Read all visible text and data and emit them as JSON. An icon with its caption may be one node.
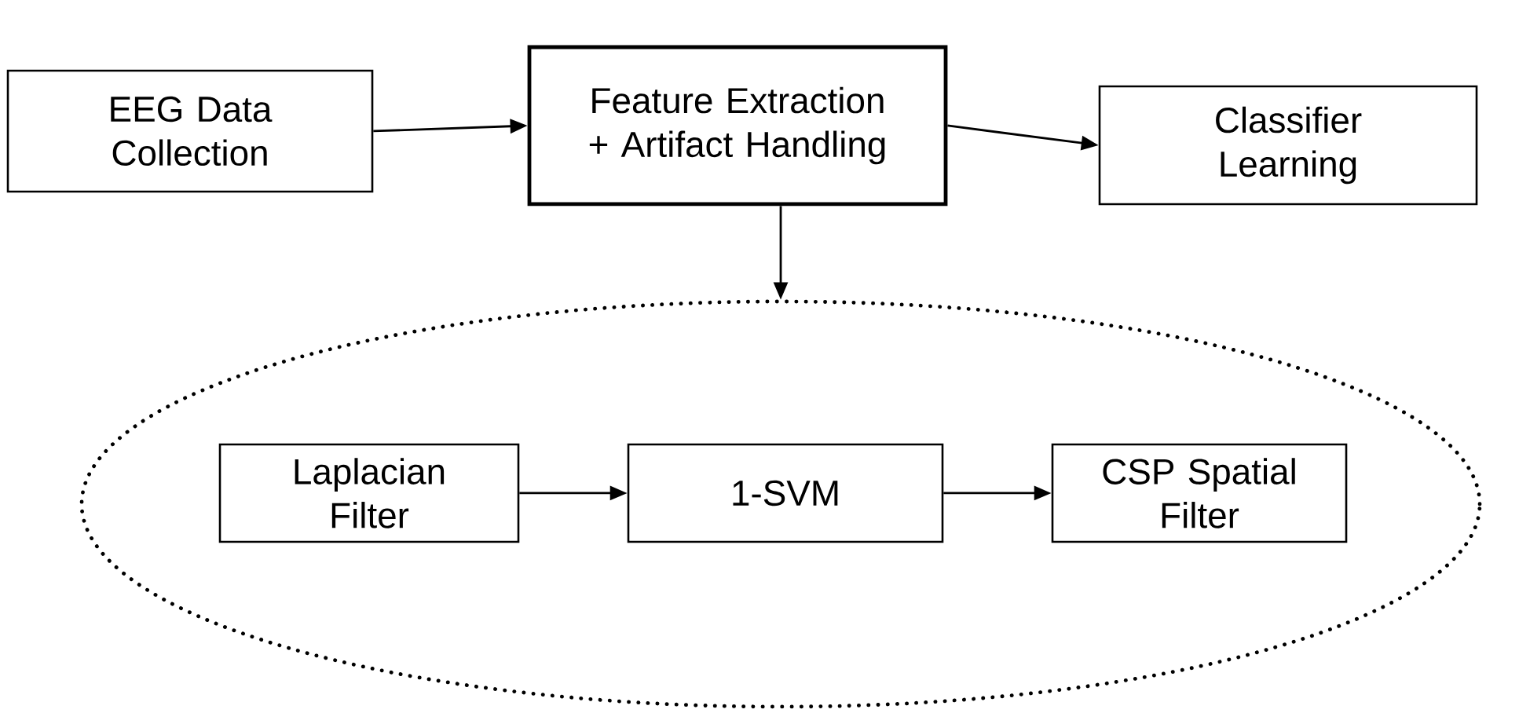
{
  "diagram": {
    "nodes": [
      {
        "text": [
          "EEG Data Collection"
        ]
      },
      {
        "text": [
          "Feature Extraction + Artifact Handling"
        ]
      },
      {
        "text": [
          "Classifier Learning"
        ]
      },
      {
        "text": [],
        "shape": "ellipse"
      },
      {
        "text": [
          "Laplacian Filter"
        ],
        "in": 3
      },
      {
        "text": [
          "1-SVM"
        ],
        "in": 3
      },
      {
        "text": [
          "CSP Spatial Filter"
        ],
        "in": 3
      }
    ],
    "edges": [
      {
        "from": 0,
        "to": 1,
        "arrow": "to"
      },
      {
        "from": 1,
        "to": 2,
        "arrow": "to"
      },
      {
        "from": 1,
        "to": 3,
        "arrow": "to"
      },
      {
        "from": 4,
        "to": 5,
        "arrow": "to"
      },
      {
        "from": 5,
        "to": 6,
        "arrow": "to"
      }
    ]
  }
}
